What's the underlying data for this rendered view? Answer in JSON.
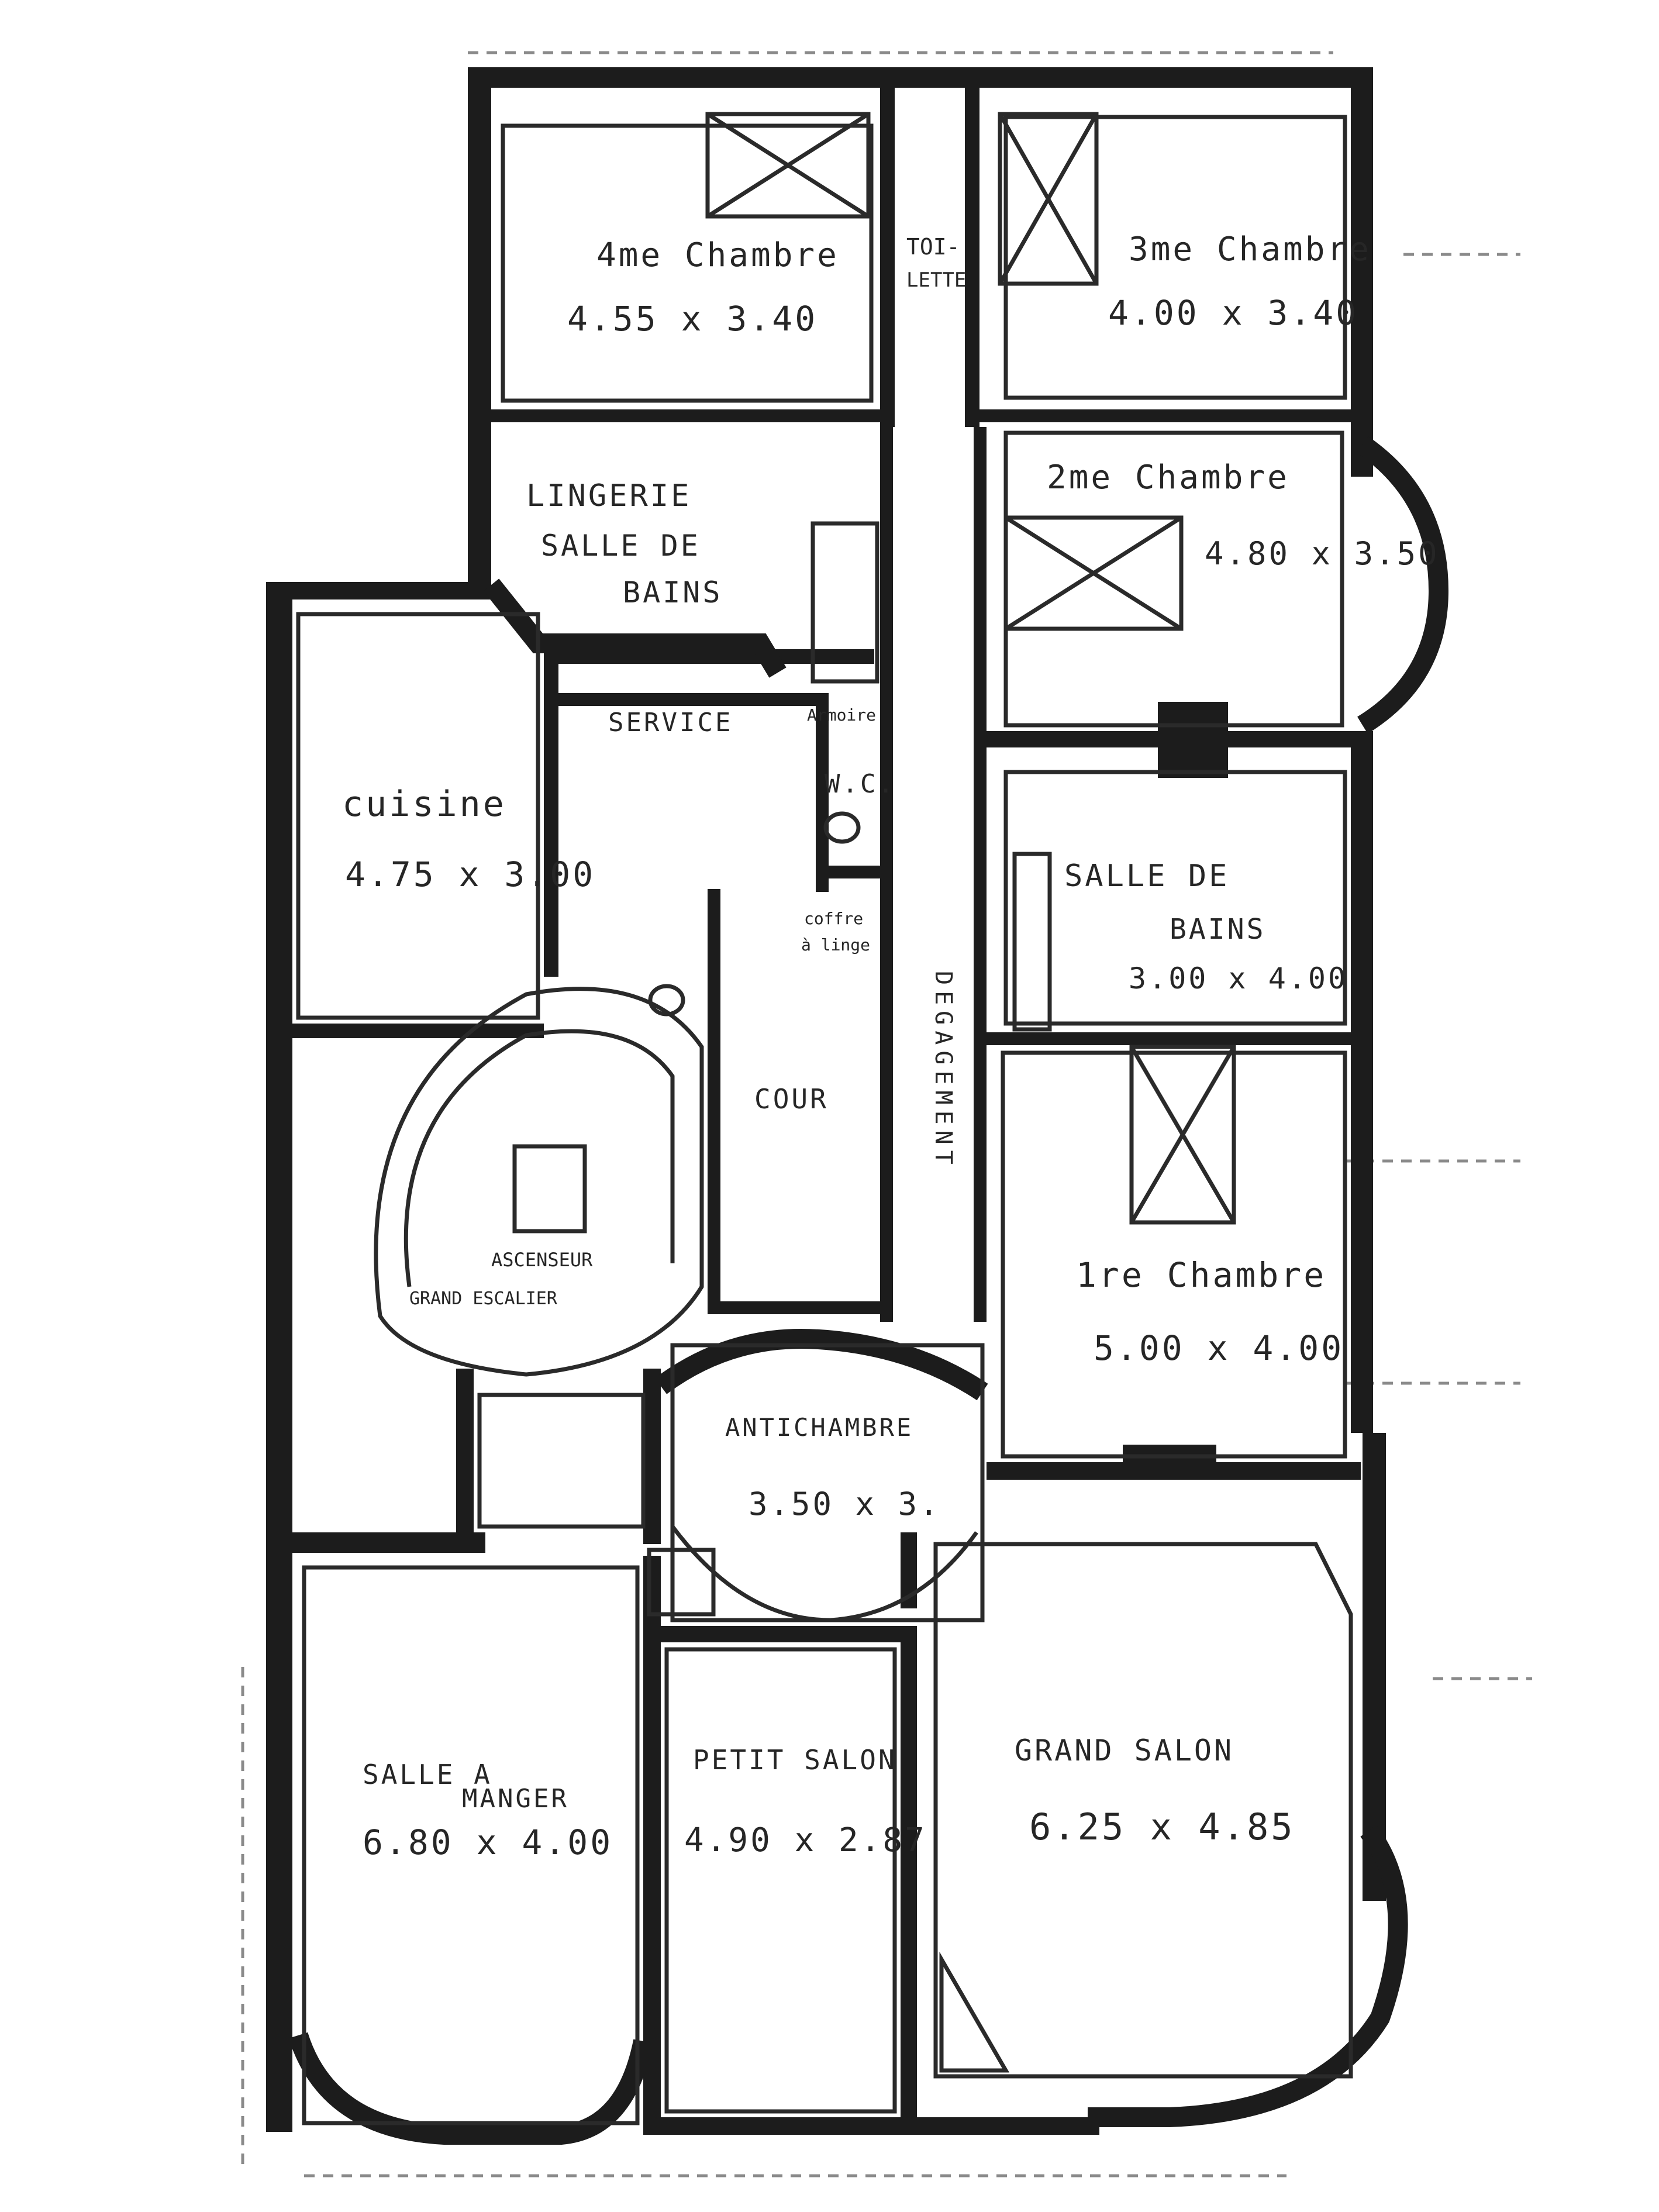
{
  "rooms": {
    "chambre4": {
      "name": "4me Chambre",
      "dims": "4.55 x 3.40"
    },
    "toilette": {
      "line1": "TOI-",
      "line2": "LETTE"
    },
    "chambre3": {
      "name": "3me Chambre",
      "dims": "4.00 x 3.40"
    },
    "lingerie": {
      "line1": "LINGERIE",
      "line2": "SALLE DE",
      "line3": "BAINS"
    },
    "chambre2": {
      "name": "2me Chambre",
      "dims": "4.80 x 3.50"
    },
    "service": {
      "name": "SERVICE"
    },
    "armoire": {
      "name": "Armoire"
    },
    "wc": {
      "name": "W.C."
    },
    "cuisine": {
      "name": "cuisine",
      "dims": "4.75 x 3.00"
    },
    "salle_de_bains": {
      "line1": "SALLE DE",
      "line2": "BAINS",
      "dims": "3.00 x 4.00"
    },
    "coffre": {
      "line1": "coffre",
      "line2": "à linge"
    },
    "cour": {
      "name": "COUR"
    },
    "degagement": {
      "name": "DEGAGEMENT"
    },
    "ascenseur": {
      "name": "ASCENSEUR"
    },
    "escalier": {
      "name": "GRAND ESCALIER"
    },
    "chambre1": {
      "name": "1re Chambre",
      "dims": "5.00 x 4.00"
    },
    "antichambre": {
      "name": "ANTICHAMBRE",
      "dims": "3.50 x 3."
    },
    "salle_a_manger": {
      "line1": "SALLE A",
      "line2": "MANGER",
      "dims": "6.80 x 4.00"
    },
    "petit_salon": {
      "name": "PETIT SALON",
      "dims": "4.90 x 2.87"
    },
    "grand_salon": {
      "name": "GRAND SALON",
      "dims": "6.25 x 4.85"
    }
  }
}
